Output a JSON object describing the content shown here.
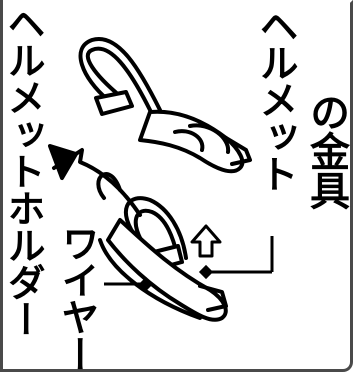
{
  "labels": {
    "helmet_holder": "ヘルメットホルダー",
    "wire": "ワイヤー",
    "helmet": "ヘルメット",
    "fitting": "の金具"
  },
  "colors": {
    "stroke": "#000000",
    "fill": "#ffffff",
    "frame": "#4a4a4a"
  }
}
